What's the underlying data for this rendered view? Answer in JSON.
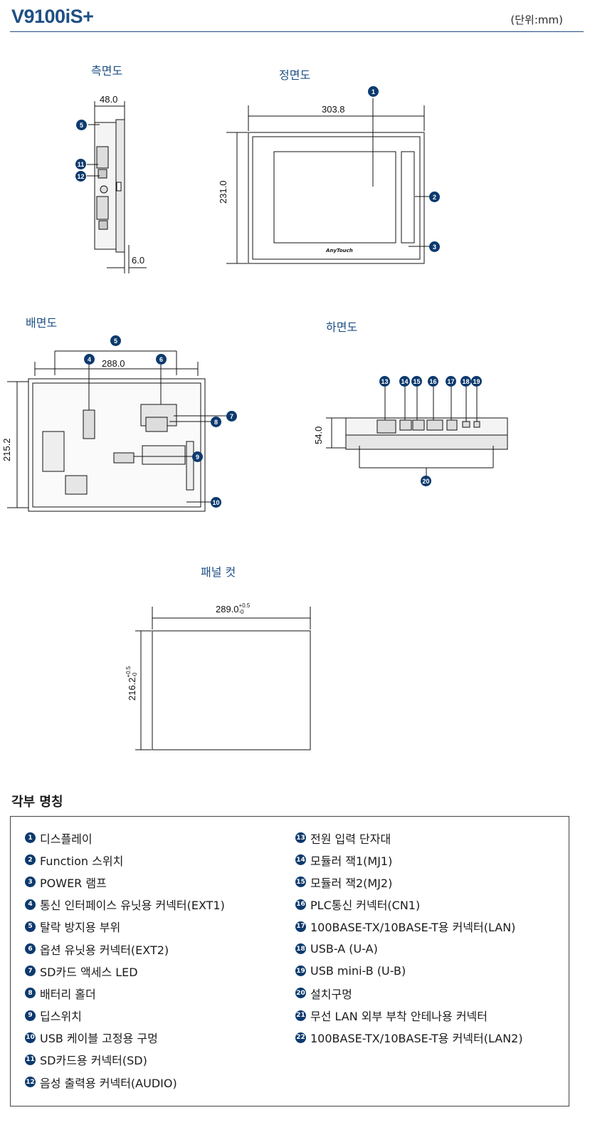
{
  "header": {
    "model": "V9100iS+",
    "unit": "(단위:mm)"
  },
  "views": {
    "side": "측면도",
    "front": "정면도",
    "back": "배면도",
    "bottom": "하면도",
    "panel_cut": "패널 컷"
  },
  "dimensions": {
    "side_depth": "48.0",
    "side_thickness": "6.0",
    "front_width": "303.8",
    "front_height": "231.0",
    "back_width": "288.0",
    "back_height": "215.2",
    "bottom_height": "54.0",
    "cut_width": "289.0",
    "cut_width_tol_plus": "+0.5",
    "cut_width_tol_minus": "-0",
    "cut_height": "216.2",
    "cut_height_tol_plus": "+0.5",
    "cut_height_tol_minus": "-0"
  },
  "device": {
    "brand": "AnyTouch"
  },
  "callouts": {
    "n1": "1",
    "n2": "2",
    "n3": "3",
    "n4": "4",
    "n5": "5",
    "n6": "6",
    "n7": "7",
    "n8": "8",
    "n9": "9",
    "n10": "10",
    "n11": "11",
    "n12": "12",
    "n13": "13",
    "n14": "14",
    "n15": "15",
    "n16": "16",
    "n17": "17",
    "n18": "18",
    "n19": "19",
    "n20": "20"
  },
  "parts_title": "각부 명칭",
  "parts_left": [
    {
      "num": "1",
      "label": "디스플레이"
    },
    {
      "num": "2",
      "label": "Function 스위치"
    },
    {
      "num": "3",
      "label": "POWER 램프"
    },
    {
      "num": "4",
      "label": "통신 인터페이스 유닛용 커넥터(EXT1)"
    },
    {
      "num": "5",
      "label": "탈락 방지용 부위"
    },
    {
      "num": "6",
      "label": "옵션 유닛용 커넥터(EXT2)"
    },
    {
      "num": "7",
      "label": "SD카드 액세스 LED"
    },
    {
      "num": "8",
      "label": "배터리 홀더"
    },
    {
      "num": "9",
      "label": "딥스위치"
    },
    {
      "num": "10",
      "label": "USB 케이블 고정용 구멍"
    },
    {
      "num": "11",
      "label": "SD카드용 커넥터(SD)"
    },
    {
      "num": "12",
      "label": "음성 출력용 커넥터(AUDIO)"
    }
  ],
  "parts_right": [
    {
      "num": "13",
      "label": "전원 입력 단자대"
    },
    {
      "num": "14",
      "label": "모듈러 잭1(MJ1)"
    },
    {
      "num": "15",
      "label": "모듈러 잭2(MJ2)"
    },
    {
      "num": "16",
      "label": "PLC통신 커넥터(CN1)"
    },
    {
      "num": "17",
      "label": "100BASE-TX/10BASE-T용 커넥터(LAN)"
    },
    {
      "num": "18",
      "label": "USB-A (U-A)"
    },
    {
      "num": "19",
      "label": "USB mini-B (U-B)"
    },
    {
      "num": "20",
      "label": "설치구멍"
    },
    {
      "num": "21",
      "label": "무선 LAN 외부 부착 안테나용 커넥터"
    },
    {
      "num": "22",
      "label": "100BASE-TX/10BASE-T용 커넥터(LAN2)"
    }
  ]
}
